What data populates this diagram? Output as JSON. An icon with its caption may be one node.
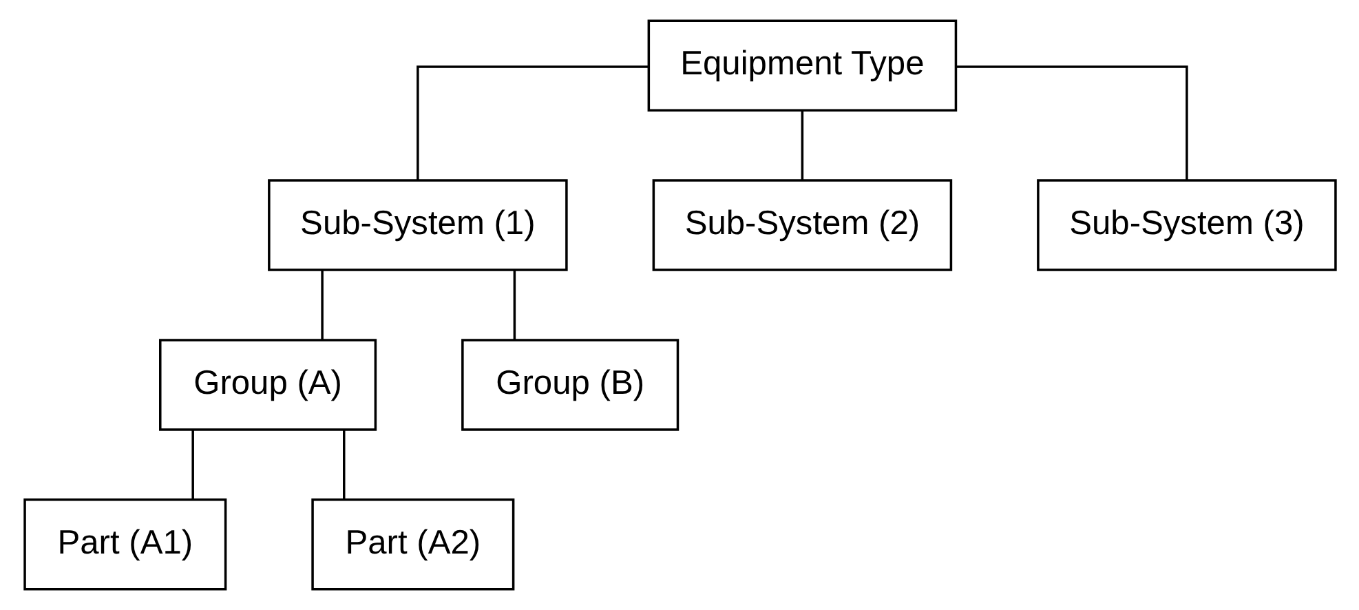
{
  "diagram": {
    "nodes": [
      {
        "text": [
          "Equipment Type"
        ]
      },
      {
        "text": [
          "Sub-System (1)"
        ]
      },
      {
        "text": [
          "Sub-System (2)"
        ]
      },
      {
        "text": [
          "Sub-System (3)"
        ]
      },
      {
        "text": [
          "Group (A)"
        ]
      },
      {
        "text": [
          "Group (B)"
        ]
      },
      {
        "text": [
          "Part (A1)"
        ]
      },
      {
        "text": [
          "Part (A2)"
        ]
      }
    ],
    "edges": [
      {
        "from": 0,
        "to": 1,
        "arrow": "none"
      },
      {
        "from": 0,
        "to": 2,
        "arrow": "none"
      },
      {
        "from": 0,
        "to": 3,
        "arrow": "none"
      },
      {
        "from": 1,
        "to": 4,
        "arrow": "none"
      },
      {
        "from": 1,
        "to": 5,
        "arrow": "none"
      },
      {
        "from": 4,
        "to": 6,
        "arrow": "none"
      },
      {
        "from": 4,
        "to": 7,
        "arrow": "none"
      }
    ]
  }
}
